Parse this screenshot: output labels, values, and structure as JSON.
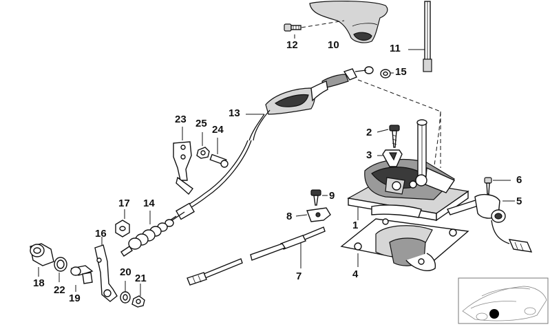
{
  "diagram": {
    "title": "Gear shift mechanism exploded parts diagram",
    "labels": {
      "p1": "1",
      "p2": "2",
      "p3": "3",
      "p4": "4",
      "p5": "5",
      "p6": "6",
      "p7": "7",
      "p8": "8",
      "p9": "9",
      "p10": "10",
      "p11": "11",
      "p12": "12",
      "p13": "13",
      "p14": "14",
      "p15": "15",
      "p16": "16",
      "p17": "17",
      "p18": "18",
      "p19": "19",
      "p20": "20",
      "p21": "21",
      "p22": "22",
      "p23": "23",
      "p24": "24",
      "p25": "25"
    }
  }
}
